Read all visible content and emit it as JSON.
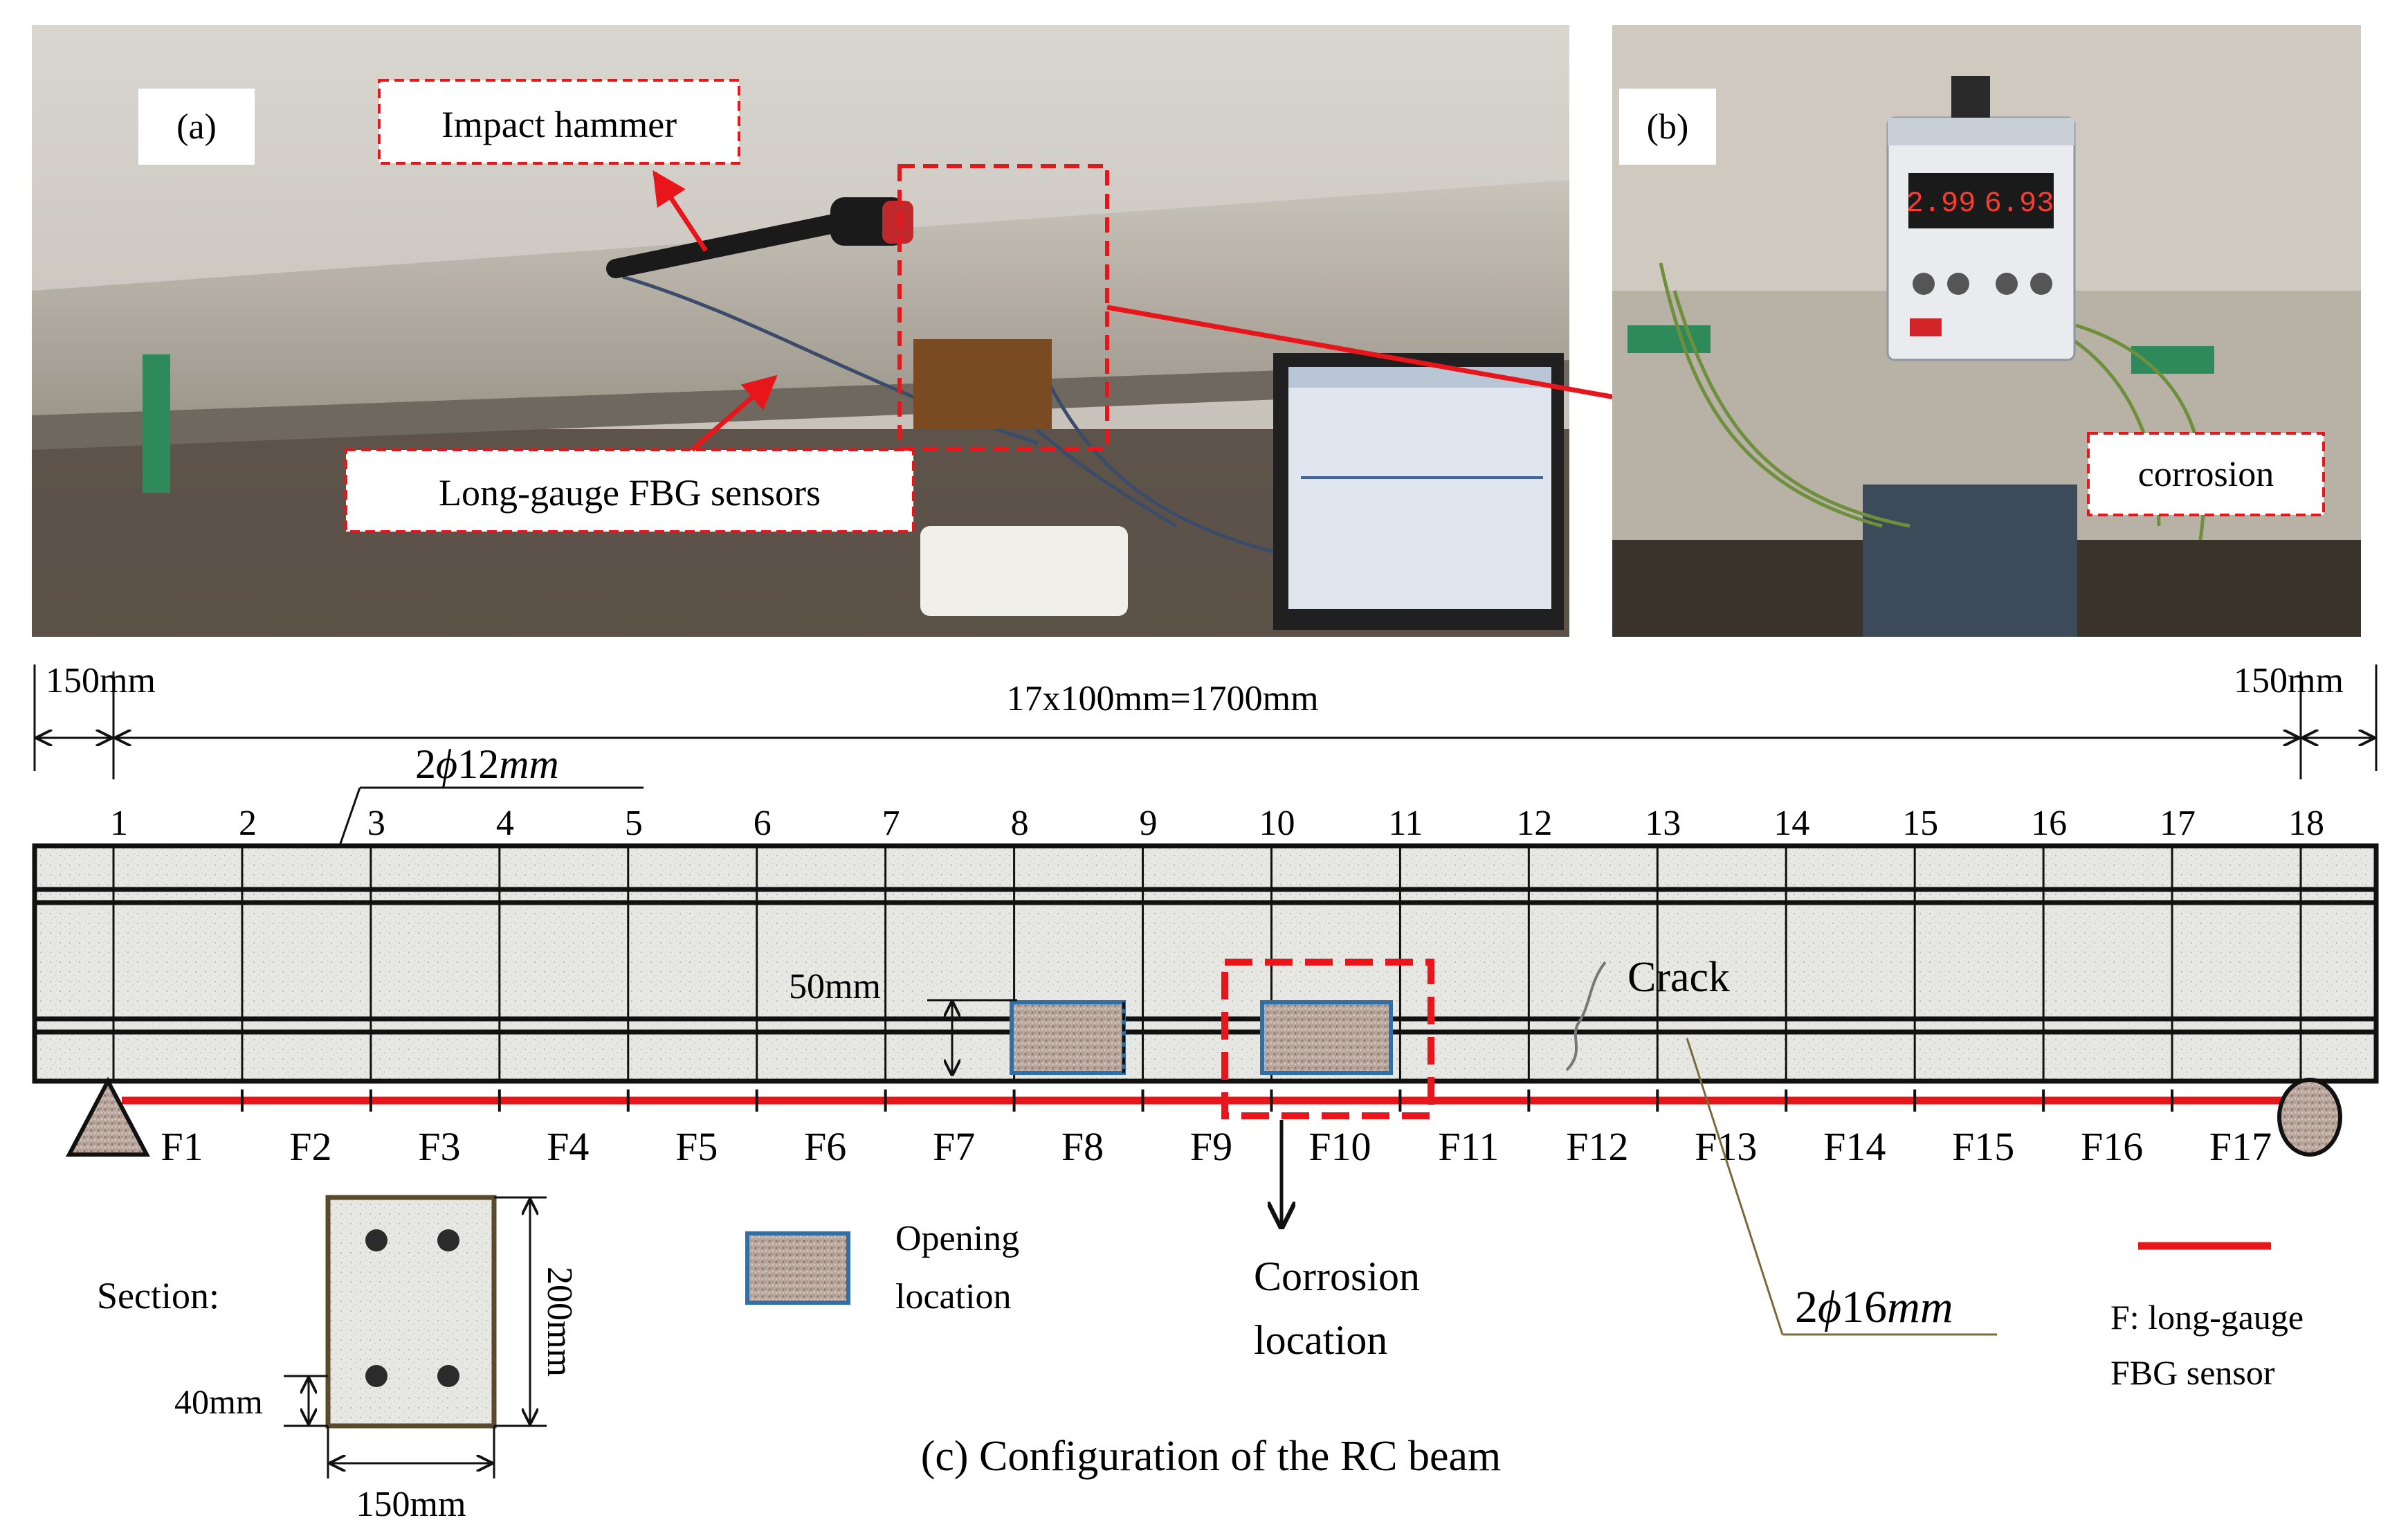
{
  "photo_a": {
    "panel_label": "(a)",
    "callouts": {
      "hammer": "Impact hammer",
      "sensors": "Long-gauge  FBG sensors"
    }
  },
  "photo_b": {
    "panel_label": "(b)",
    "callouts": {
      "corrosion": "corrosion"
    },
    "power_supply": {
      "voltage_display": "2.99",
      "current_display": "6.93"
    }
  },
  "beam": {
    "dim_left": "150mm",
    "dim_right": "150mm",
    "dim_span": "17x100mm=1700mm",
    "top_rebar": {
      "prefix": "2",
      "phi": "ϕ",
      "text": "12",
      "unit": "mm"
    },
    "bottom_rebar": {
      "prefix": "2",
      "phi": "ϕ",
      "text": "16",
      "unit": "mm"
    },
    "node_labels": [
      "1",
      "2",
      "3",
      "4",
      "5",
      "6",
      "7",
      "8",
      "9",
      "10",
      "11",
      "12",
      "13",
      "14",
      "15",
      "16",
      "17",
      "18"
    ],
    "sensor_labels": [
      "F1",
      "F2",
      "F3",
      "F4",
      "F5",
      "F6",
      "F7",
      "F8",
      "F9",
      "F10",
      "F11",
      "F12",
      "F13",
      "F14",
      "F15",
      "F16",
      "F17"
    ],
    "cover_dim": "50mm",
    "crack_label": "Crack",
    "corrosion_label_line1": "Corrosion",
    "corrosion_label_line2": "location"
  },
  "section": {
    "label": "Section:",
    "height_dim": "200mm",
    "width_dim": "150mm",
    "cover_dim": "40mm"
  },
  "legend": {
    "opening_line1": "Opening",
    "opening_line2": "location",
    "fbg_line1": "F: long-gauge",
    "fbg_line2": "FBG sensor"
  },
  "caption": "(c) Configuration  of the RC beam",
  "colors": {
    "sensor_line": "#e8161b",
    "dashed_box": "#e8161b",
    "opening_border": "#2f6fa8",
    "concrete": "#e6e6e3",
    "outline": "#111111"
  }
}
